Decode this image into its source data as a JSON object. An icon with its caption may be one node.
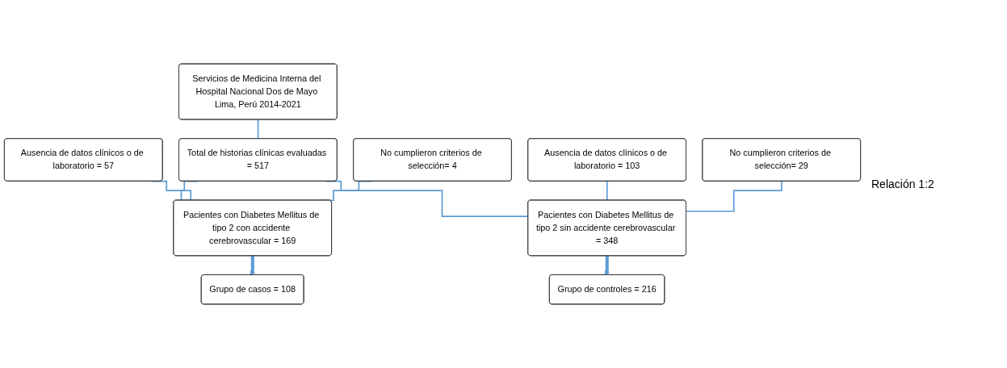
{
  "diagram": {
    "nodes": [
      {
        "text": [
          "Servicios de Medicina Interna del Hospital Nacional Dos de Mayo Lima, Perú 2014-2021"
        ]
      },
      {
        "text": [
          "Total de historias clínicas evaluadas = 517"
        ]
      },
      {
        "text": [
          "Ausencia de datos clínicos o de laboratorio = 57"
        ]
      },
      {
        "text": [
          "No cumplieron criterios de selección= 4"
        ]
      },
      {
        "text": [
          "Pacientes con Diabetes Mellitus de tipo 2 con accidente cerebrovascular = 169"
        ]
      },
      {
        "text": [
          "Pacientes con Diabetes Mellitus de tipo 2 sin accidente cerebrovascular = 348"
        ]
      },
      {
        "text": [
          "Ausencia de datos clínicos o de laboratorio = 103"
        ]
      },
      {
        "text": [
          "No cumplieron criterios de selección= 29"
        ]
      },
      {
        "text": [
          "Grupo de casos = 108"
        ]
      },
      {
        "text": [
          "Grupo de controles = 216"
        ]
      }
    ],
    "edges": [
      {
        "from": 0,
        "to": 1,
        "arrow": "none"
      },
      {
        "from": 1,
        "to": 4,
        "arrow": "none"
      },
      {
        "from": 1,
        "to": 5,
        "arrow": "none"
      },
      {
        "from": 2,
        "to": 4,
        "arrow": "none"
      },
      {
        "from": 3,
        "to": 4,
        "arrow": "none"
      },
      {
        "from": 6,
        "to": 5,
        "arrow": "none"
      },
      {
        "from": 7,
        "to": 5,
        "arrow": "none"
      },
      {
        "from": 4,
        "to": 8,
        "arrow": "to",
        "style": "thick"
      },
      {
        "from": 5,
        "to": 9,
        "arrow": "to",
        "style": "thick"
      }
    ],
    "labels": [
      "Relación 1:2"
    ]
  }
}
